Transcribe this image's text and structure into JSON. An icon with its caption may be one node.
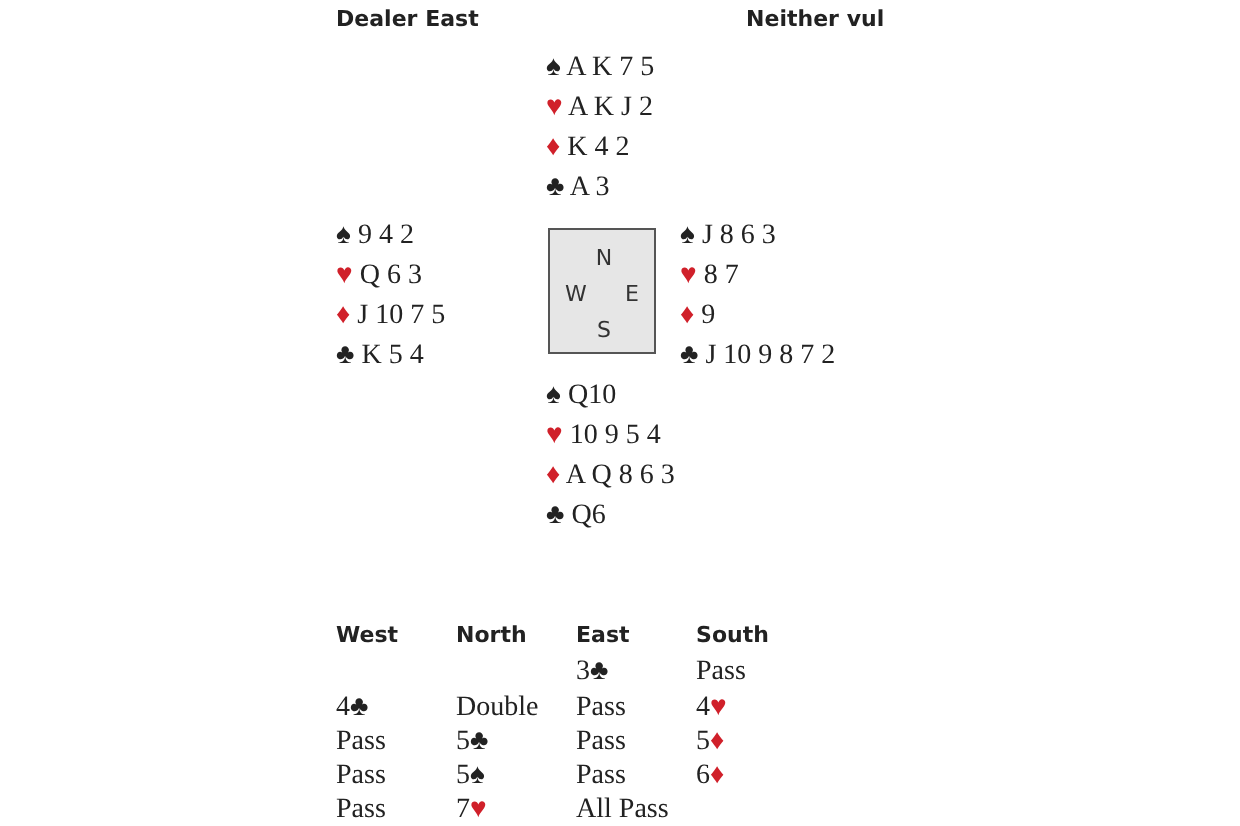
{
  "diagram": {
    "nodes": [
      {
        "text": [
          "N",
          "W",
          "E",
          "S"
        ]
      }
    ],
    "labels": [
      "Dealer East",
      "Neither vul",
      "♠ A K 7 5",
      "♥ A K J 2",
      "♦ K 4 2",
      "♣ A 3",
      "♠ 9 4 2",
      "♥ Q 6 3",
      "♦ J 10 7 5",
      "♣ K 5 4",
      "♠ J 8 6 3",
      "♥ 8 7",
      "♦ 9",
      "♣ J 10 9 8 7 2",
      "♠ Q10",
      "♥ 10 9 5 4",
      "♦ A Q 8 6 3",
      "♣ Q6",
      "West",
      "North",
      "East",
      "South",
      "3♣",
      "Pass",
      "4♣",
      "Double",
      "Pass",
      "4♥",
      "Pass",
      "5♣",
      "Pass",
      "5♦",
      "Pass",
      "5♠",
      "Pass",
      "6♦",
      "Pass",
      "7♥",
      "All Pass"
    ]
  }
}
